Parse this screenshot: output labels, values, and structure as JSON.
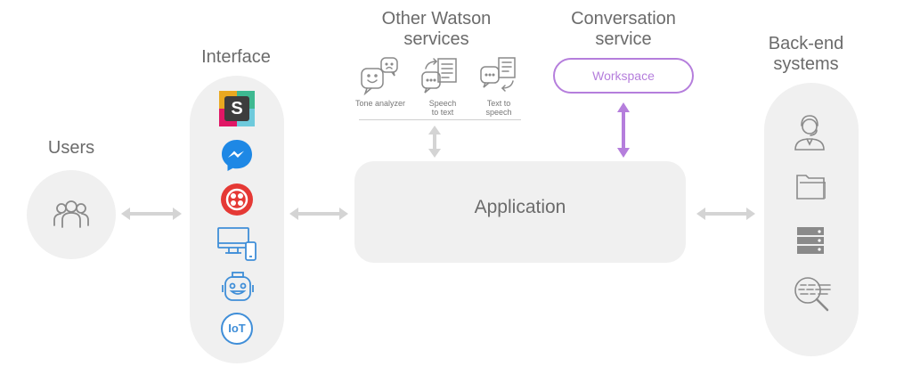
{
  "labels": {
    "users": "Users",
    "interface": "Interface",
    "other_watson_line1": "Other Watson",
    "other_watson_line2": "services",
    "conversation_line1": "Conversation",
    "conversation_line2": "service",
    "backend_line1": "Back-end",
    "backend_line2": "systems",
    "application": "Application",
    "workspace": "Workspace"
  },
  "watson_services": [
    {
      "line1": "Tone analyzer",
      "line2": ""
    },
    {
      "line1": "Speech",
      "line2": "to text"
    },
    {
      "line1": "Text to",
      "line2": "speech"
    }
  ],
  "interface_icons": {
    "slack_letter": "S",
    "iot_text": "IoT"
  },
  "icons": {
    "users": "users-icon",
    "slack": "slack-icon",
    "messenger": "messenger-icon",
    "twilio": "twilio-icon",
    "devices": "devices-icon",
    "robot": "robot-icon",
    "iot": "iot-icon",
    "agent": "agent-icon",
    "folder": "folder-icon",
    "server": "server-icon",
    "search_data": "search-data-icon"
  },
  "colors": {
    "accent_purple": "#b57edc",
    "slack_bg": "#3d3d3d",
    "messenger_blue": "#1e88e5",
    "twilio_red": "#e53935",
    "device_blue": "#3f8ed8",
    "panel_gray": "#f0f0f0",
    "arrow_gray": "#d4d4d4"
  }
}
